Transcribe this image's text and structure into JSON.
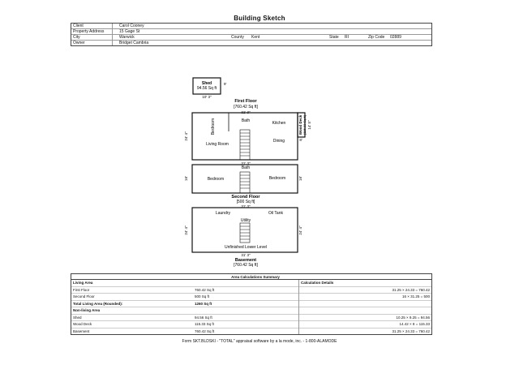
{
  "title": "Building Sketch",
  "header": {
    "rows": [
      {
        "label": "Client",
        "value": "Carol Cooney"
      },
      {
        "label": "Property Address",
        "value": "15 Gage St"
      },
      {
        "label": "City",
        "value": "Warwick",
        "county_label": "County",
        "county_value": "Kent",
        "state_label": "State",
        "state_value": "RI",
        "zip_label": "Zip Code",
        "zip_value": "02889"
      },
      {
        "label": "Owner",
        "value": "Bridget Cambria"
      }
    ]
  },
  "sketch": {
    "shed": {
      "name": "Shed",
      "area": "94.56 Sq ft",
      "dim_bottom": "10' 3\"",
      "dim_right": "9'"
    },
    "first_floor": {
      "title": "First Floor",
      "area": "[760.42 Sq ft]",
      "dim_top": "31' 3\"",
      "dim_bottom": "31' 3\"",
      "dim_left": "24' 4\"",
      "rooms": [
        "Bedroom",
        "Bath",
        "Kitchen",
        "Living Room",
        "Dining"
      ]
    },
    "wood_deck": {
      "name": "Wood Deck",
      "area": "[115.33 Sq ft]",
      "dim_right": "14' 5\"",
      "dim_bottom": "8'"
    },
    "second_floor": {
      "title": "Second Floor",
      "area": "[500 Sq ft]",
      "dim_top": "31' 3\"",
      "dim_left": "16'",
      "dim_right": "16'",
      "rooms": [
        "Bath",
        "Bedroom",
        "Bedroom"
      ]
    },
    "basement": {
      "title": "Basement",
      "area": "[760.42 Sq ft]",
      "dim_bottom": "31' 3\"",
      "dim_left": "24' 4\"",
      "dim_right": "24' 4\"",
      "rooms": [
        "Laundry",
        "Oil Tank",
        "Utility",
        "Unfinished Lower Level"
      ]
    }
  },
  "summary": {
    "title": "Area Calculations Summary",
    "details_title": "Calculation Details",
    "rows": [
      {
        "label": "Living Area",
        "value": "",
        "detail": "",
        "bold": true
      },
      {
        "label": "First Floor",
        "value": "760.42 Sq ft",
        "detail": "31.25 × 24.33 = 760.42",
        "bold": false
      },
      {
        "label": "Second Floor",
        "value": "500 Sq ft",
        "detail": "16 × 31.25 = 500",
        "bold": false
      },
      {
        "label": "Total Living Area (Rounded):",
        "value": "1260 Sq ft",
        "detail": "",
        "bold": true
      },
      {
        "label": "Non-living Area",
        "value": "",
        "detail": "",
        "bold": true
      },
      {
        "label": "Shed",
        "value": "94.56 Sq ft",
        "detail": "10.25 × 9.25 = 94.56",
        "bold": false
      },
      {
        "label": "Wood Deck",
        "value": "115.33 Sq ft",
        "detail": "14.42 × 8 = 115.33",
        "bold": false
      },
      {
        "label": "Basement",
        "value": "760.42 Sq ft",
        "detail": "31.25 × 24.33 = 760.42",
        "bold": false
      }
    ]
  },
  "footer": "Form SKT.BLDSKI - \"TOTAL\" appraisal software by a la mode, inc. - 1-800-ALAMODE"
}
